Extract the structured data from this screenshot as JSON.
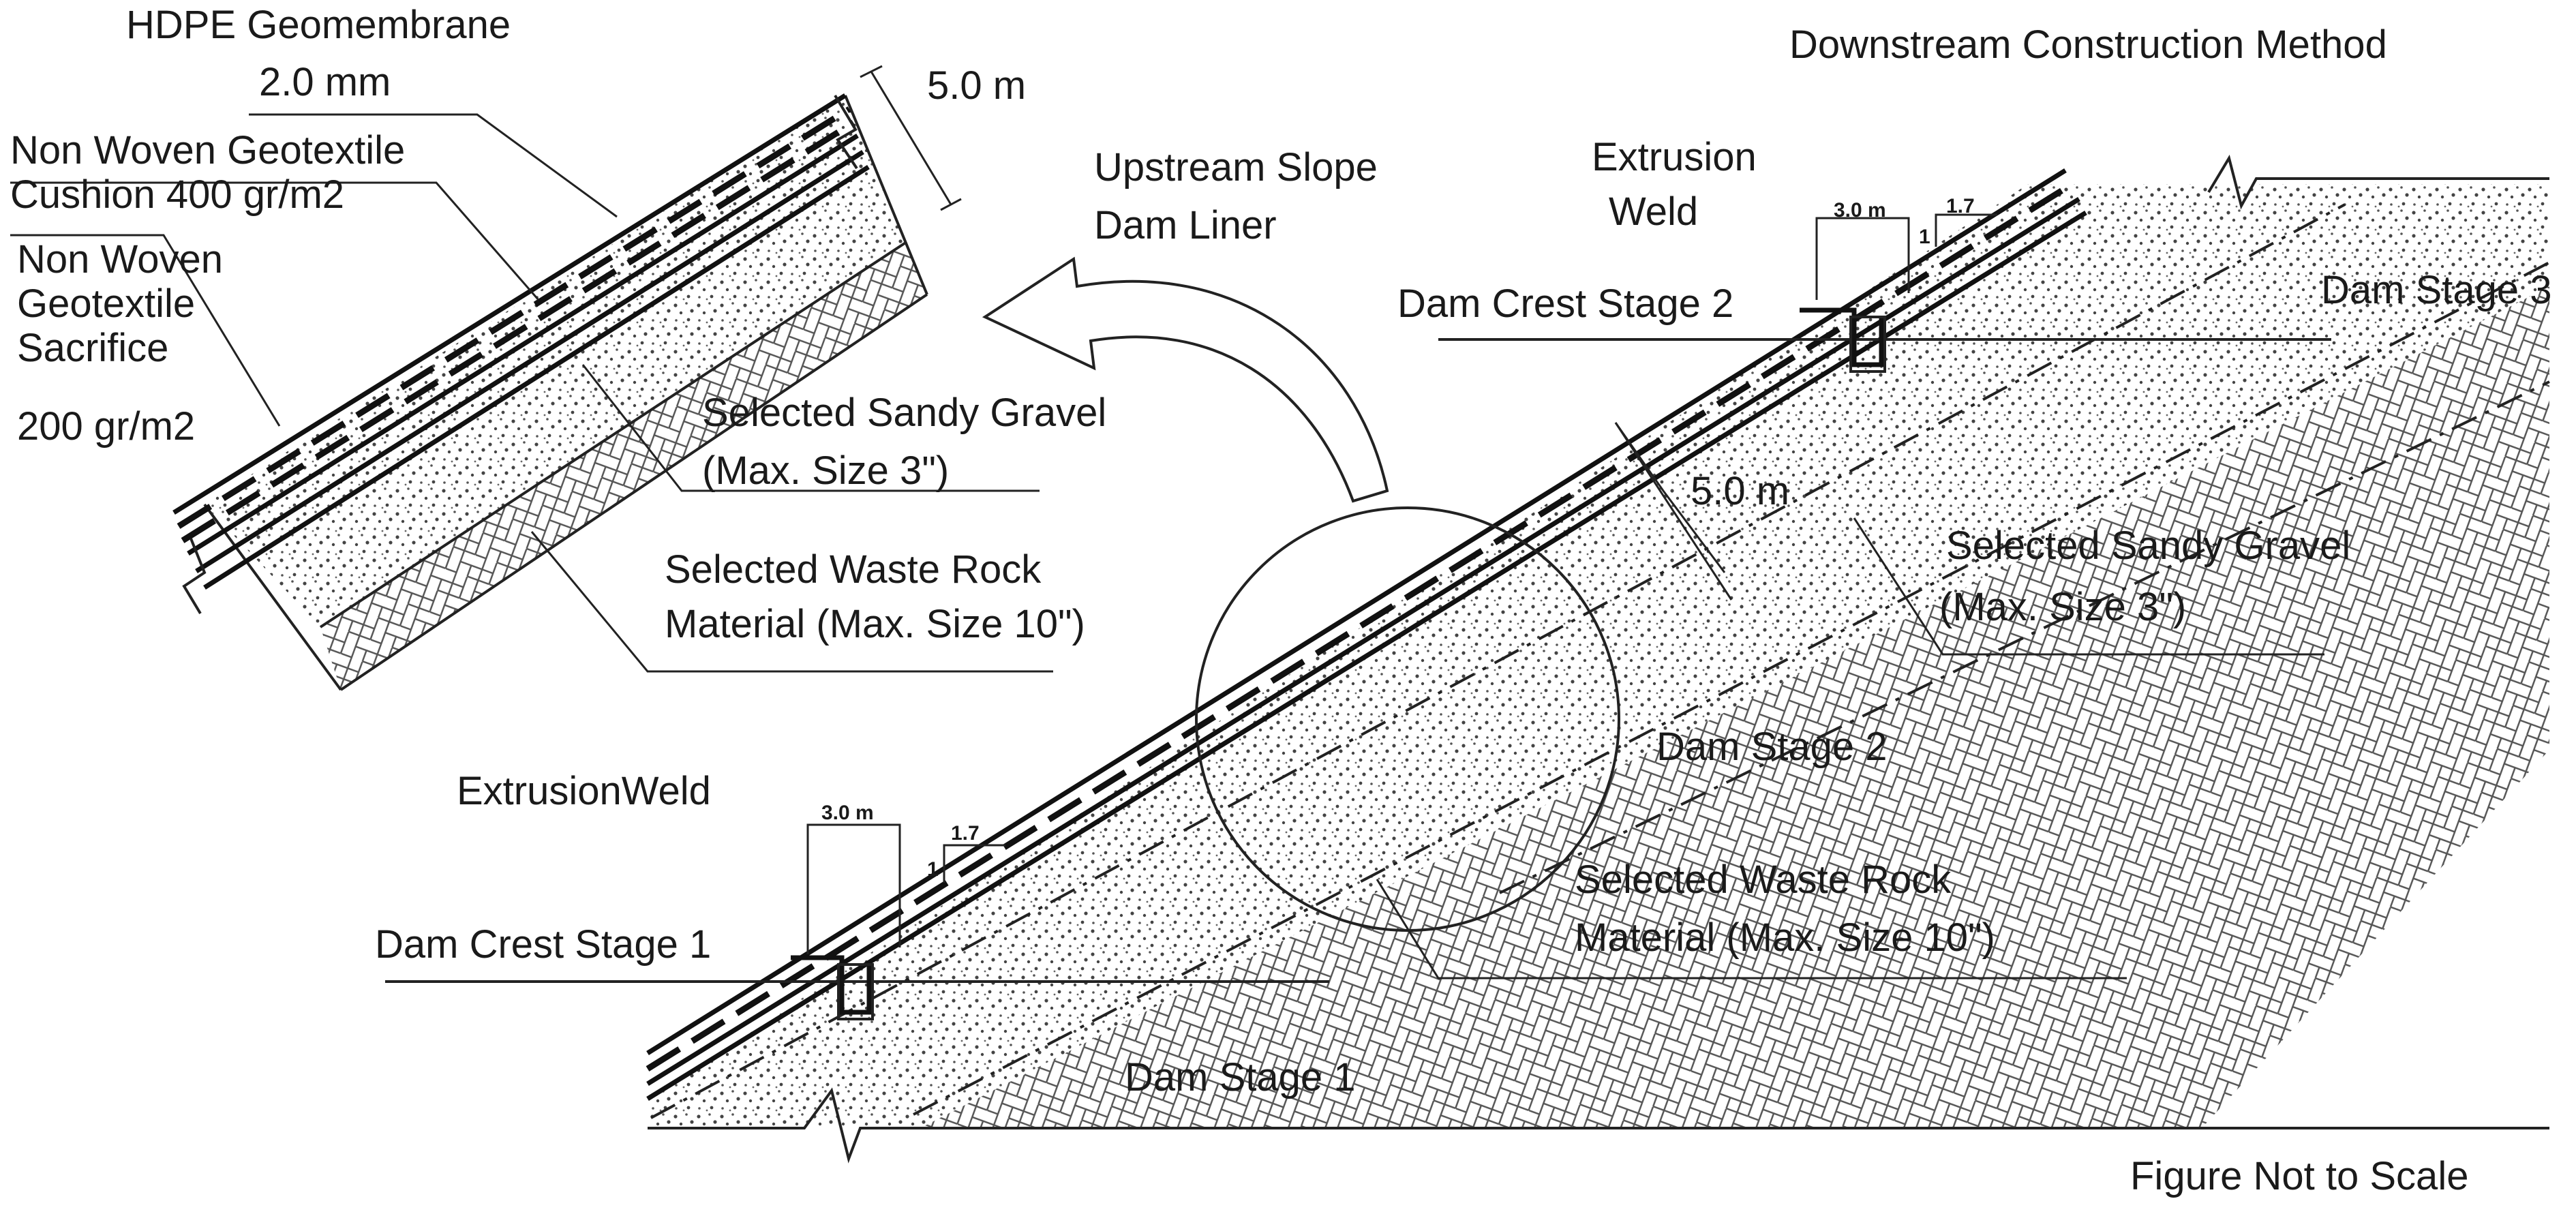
{
  "labels": {
    "hdpe_geomembrane": "HDPE Geomembrane",
    "thickness": "2.0 mm",
    "detail_width": "5.0 m",
    "nonwoven_cushion_line1": "Non Woven Geotextile",
    "nonwoven_cushion_line2": "Cushion 400 gr/m2",
    "nonwoven_sacrifice_line1": "Non Woven",
    "nonwoven_sacrifice_line2": "Geotextile",
    "nonwoven_sacrifice_line3": "Sacrifice",
    "nonwoven_sacrifice_weight": "200 gr/m2",
    "detail_sandy_gravel_line1": "Selected Sandy Gravel",
    "detail_sandy_gravel_line2": "(Max. Size 3\")",
    "detail_waste_rock_line1": "Selected Waste Rock",
    "detail_waste_rock_line2": "Material (Max. Size 10\")",
    "upstream_liner_line1": "Upstream Slope",
    "upstream_liner_line2": "Dam Liner",
    "method_title": "Downstream Construction Method",
    "extrusion_weld_top_line1": "Extrusion",
    "extrusion_weld_top_line2": "Weld",
    "crest_width_top": "3.0 m",
    "slope_h_top": "1.7",
    "slope_v_top": "1",
    "dam_crest_stage2": "Dam Crest Stage 2",
    "dam_stage3": "Dam Stage 3",
    "zone_width": "5.0 m",
    "sandy_gravel_line1": "Selected Sandy Gravel",
    "sandy_gravel_line2": "(Max. Size 3\")",
    "dam_stage2": "Dam Stage 2",
    "waste_rock_line1": "Selected Waste Rock",
    "waste_rock_line2": "Material (Max. Size 10\")",
    "extrusion_weld_bottom": "ExtrusionWeld",
    "crest_width_bottom": "3.0 m",
    "slope_h_bottom": "1.7",
    "slope_v_bottom": "1",
    "dam_crest_stage1": "Dam Crest Stage 1",
    "dam_stage1": "Dam Stage 1",
    "not_to_scale": "Figure Not to Scale"
  }
}
